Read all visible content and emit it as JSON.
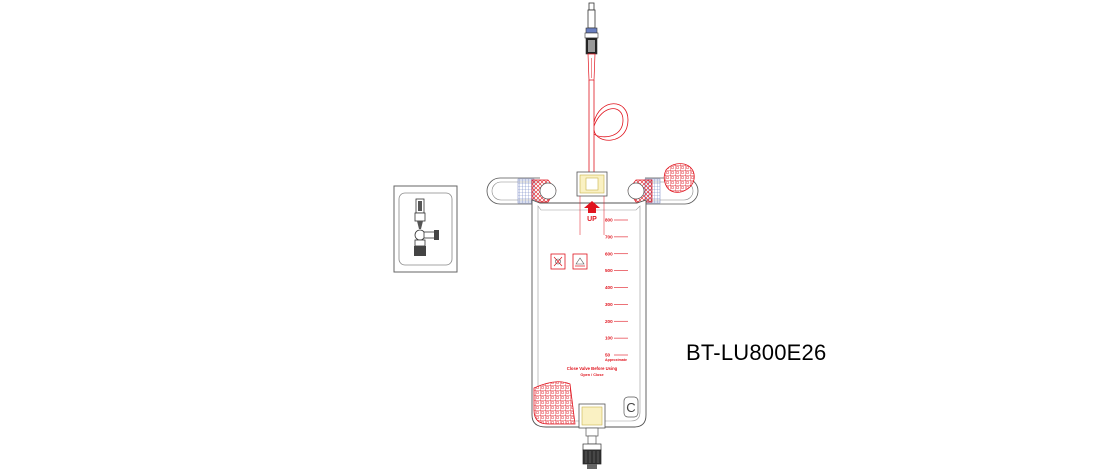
{
  "product": {
    "model_code": "BT-LU800E26",
    "up_label": "UP",
    "instruction_line1": "Close Valve Before Using",
    "instruction_line2": "Open / Close",
    "approximate_label": "Approximate",
    "outlet_symbol": "C"
  },
  "scale": {
    "marks": [
      "800",
      "700",
      "600",
      "500",
      "400",
      "300",
      "200",
      "100",
      "50"
    ]
  },
  "colors": {
    "accent_red": "#e0141e",
    "outline": "#555555",
    "hatch_blue": "#6a7fc0",
    "connector_yellow": "#f3e07a"
  }
}
